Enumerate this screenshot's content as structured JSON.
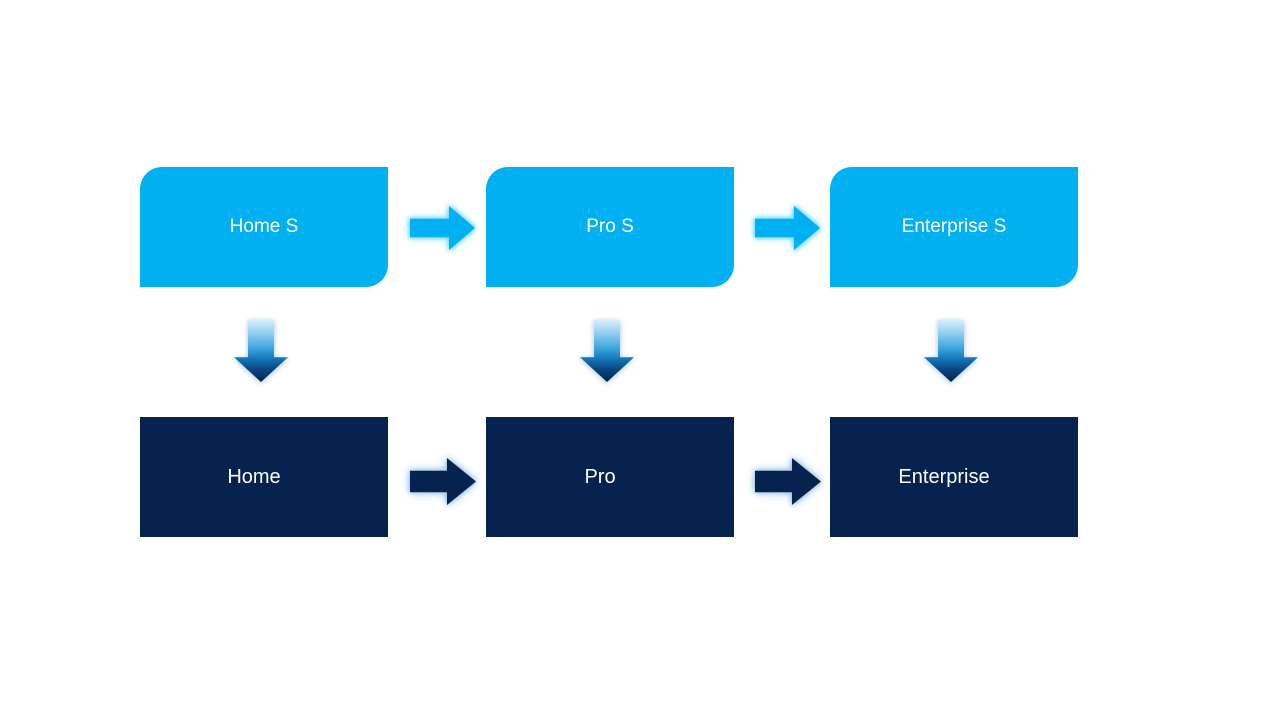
{
  "colors": {
    "canvas": "#FFFFFF",
    "cyan": "#00B0F0",
    "navy": "#06234F",
    "label": "#FFFFFF",
    "glow-cyan": "#66D9FF",
    "glow-steel": "#9DC3E6",
    "down-grad-0": "#D9EEFB",
    "down-grad-1": "#8ECDF0",
    "down-grad-2": "#3AA4DD",
    "down-grad-3": "#1272B4",
    "down-grad-4": "#0B4985",
    "down-grad-5": "#05224A"
  },
  "diagram": {
    "top_row": [
      {
        "label": "Home S"
      },
      {
        "label": "Pro S"
      },
      {
        "label": "Enterprise S"
      }
    ],
    "bottom_row": [
      {
        "label": "Home"
      },
      {
        "label": "Pro"
      },
      {
        "label": "Enterprise"
      }
    ]
  }
}
